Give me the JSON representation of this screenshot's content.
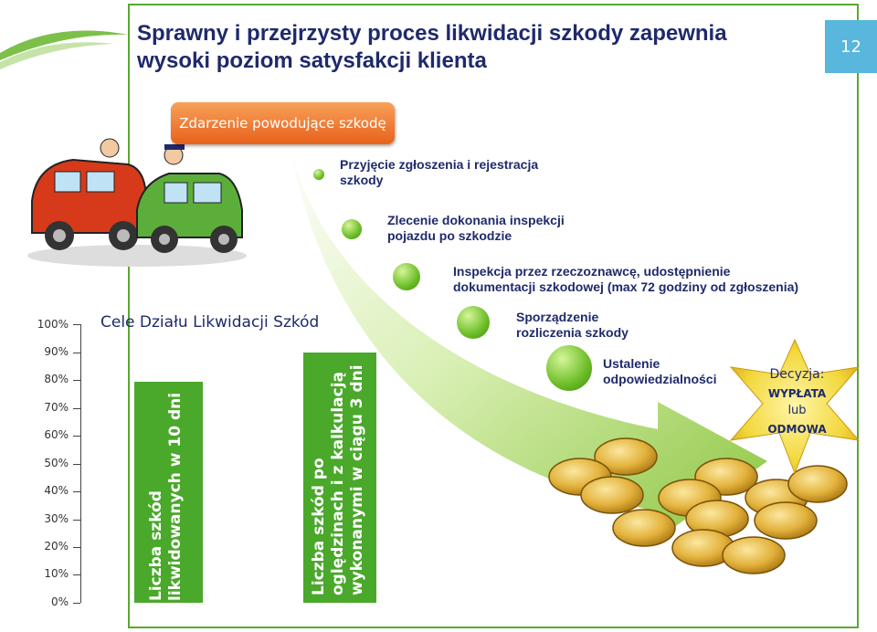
{
  "header": {
    "title_line1": "Sprawny i przejrzysty proces likwidacji szkody zapewnia",
    "title_line2": "wysoki poziom satysfakcji klienta",
    "page_number": "12"
  },
  "process": {
    "event": "Zdarzenie powodujące szkodę",
    "steps": [
      {
        "line1": "Przyjęcie zgłoszenia i rejestracja",
        "line2": "szkody"
      },
      {
        "line1": "Zlecenie dokonania inspekcji",
        "line2": "pojazdu po szkodzie"
      },
      {
        "line1": "Inspekcja przez rzeczoznawcę, udostępnienie",
        "line2": "dokumentacji szkodowej (max 72 godziny od zgłoszenia)"
      },
      {
        "line1": "Sporządzenie",
        "line2": "rozliczenia szkody"
      },
      {
        "line1": "Ustalenie",
        "line2": "odpowiedzialności"
      }
    ],
    "decision": {
      "label": "Decyzja:",
      "option1": "WYPŁATA",
      "or": "lub",
      "option2": "ODMOWA"
    }
  },
  "goals": {
    "title": "Cele Działu Likwidacji Szkód",
    "axis_ticks": [
      "100%",
      "90%",
      "80%",
      "70%",
      "60%",
      "50%",
      "40%",
      "30%",
      "20%",
      "10%",
      "0%"
    ],
    "bars": [
      {
        "line1": "Liczba szkód",
        "line2": "likwidowanych w 10 dni",
        "line3": ""
      },
      {
        "line1": "Liczba szkód  po",
        "line2": "oględzinach i z kalkulacją",
        "line3": "wykonanymi w ciągu 3 dni"
      }
    ]
  },
  "colors": {
    "title": "#1f2a6b",
    "accent_green": "#4aa82b",
    "event_orange": "#e8611a",
    "page_badge": "#59b6dd",
    "arrow": "#a6d65a"
  }
}
